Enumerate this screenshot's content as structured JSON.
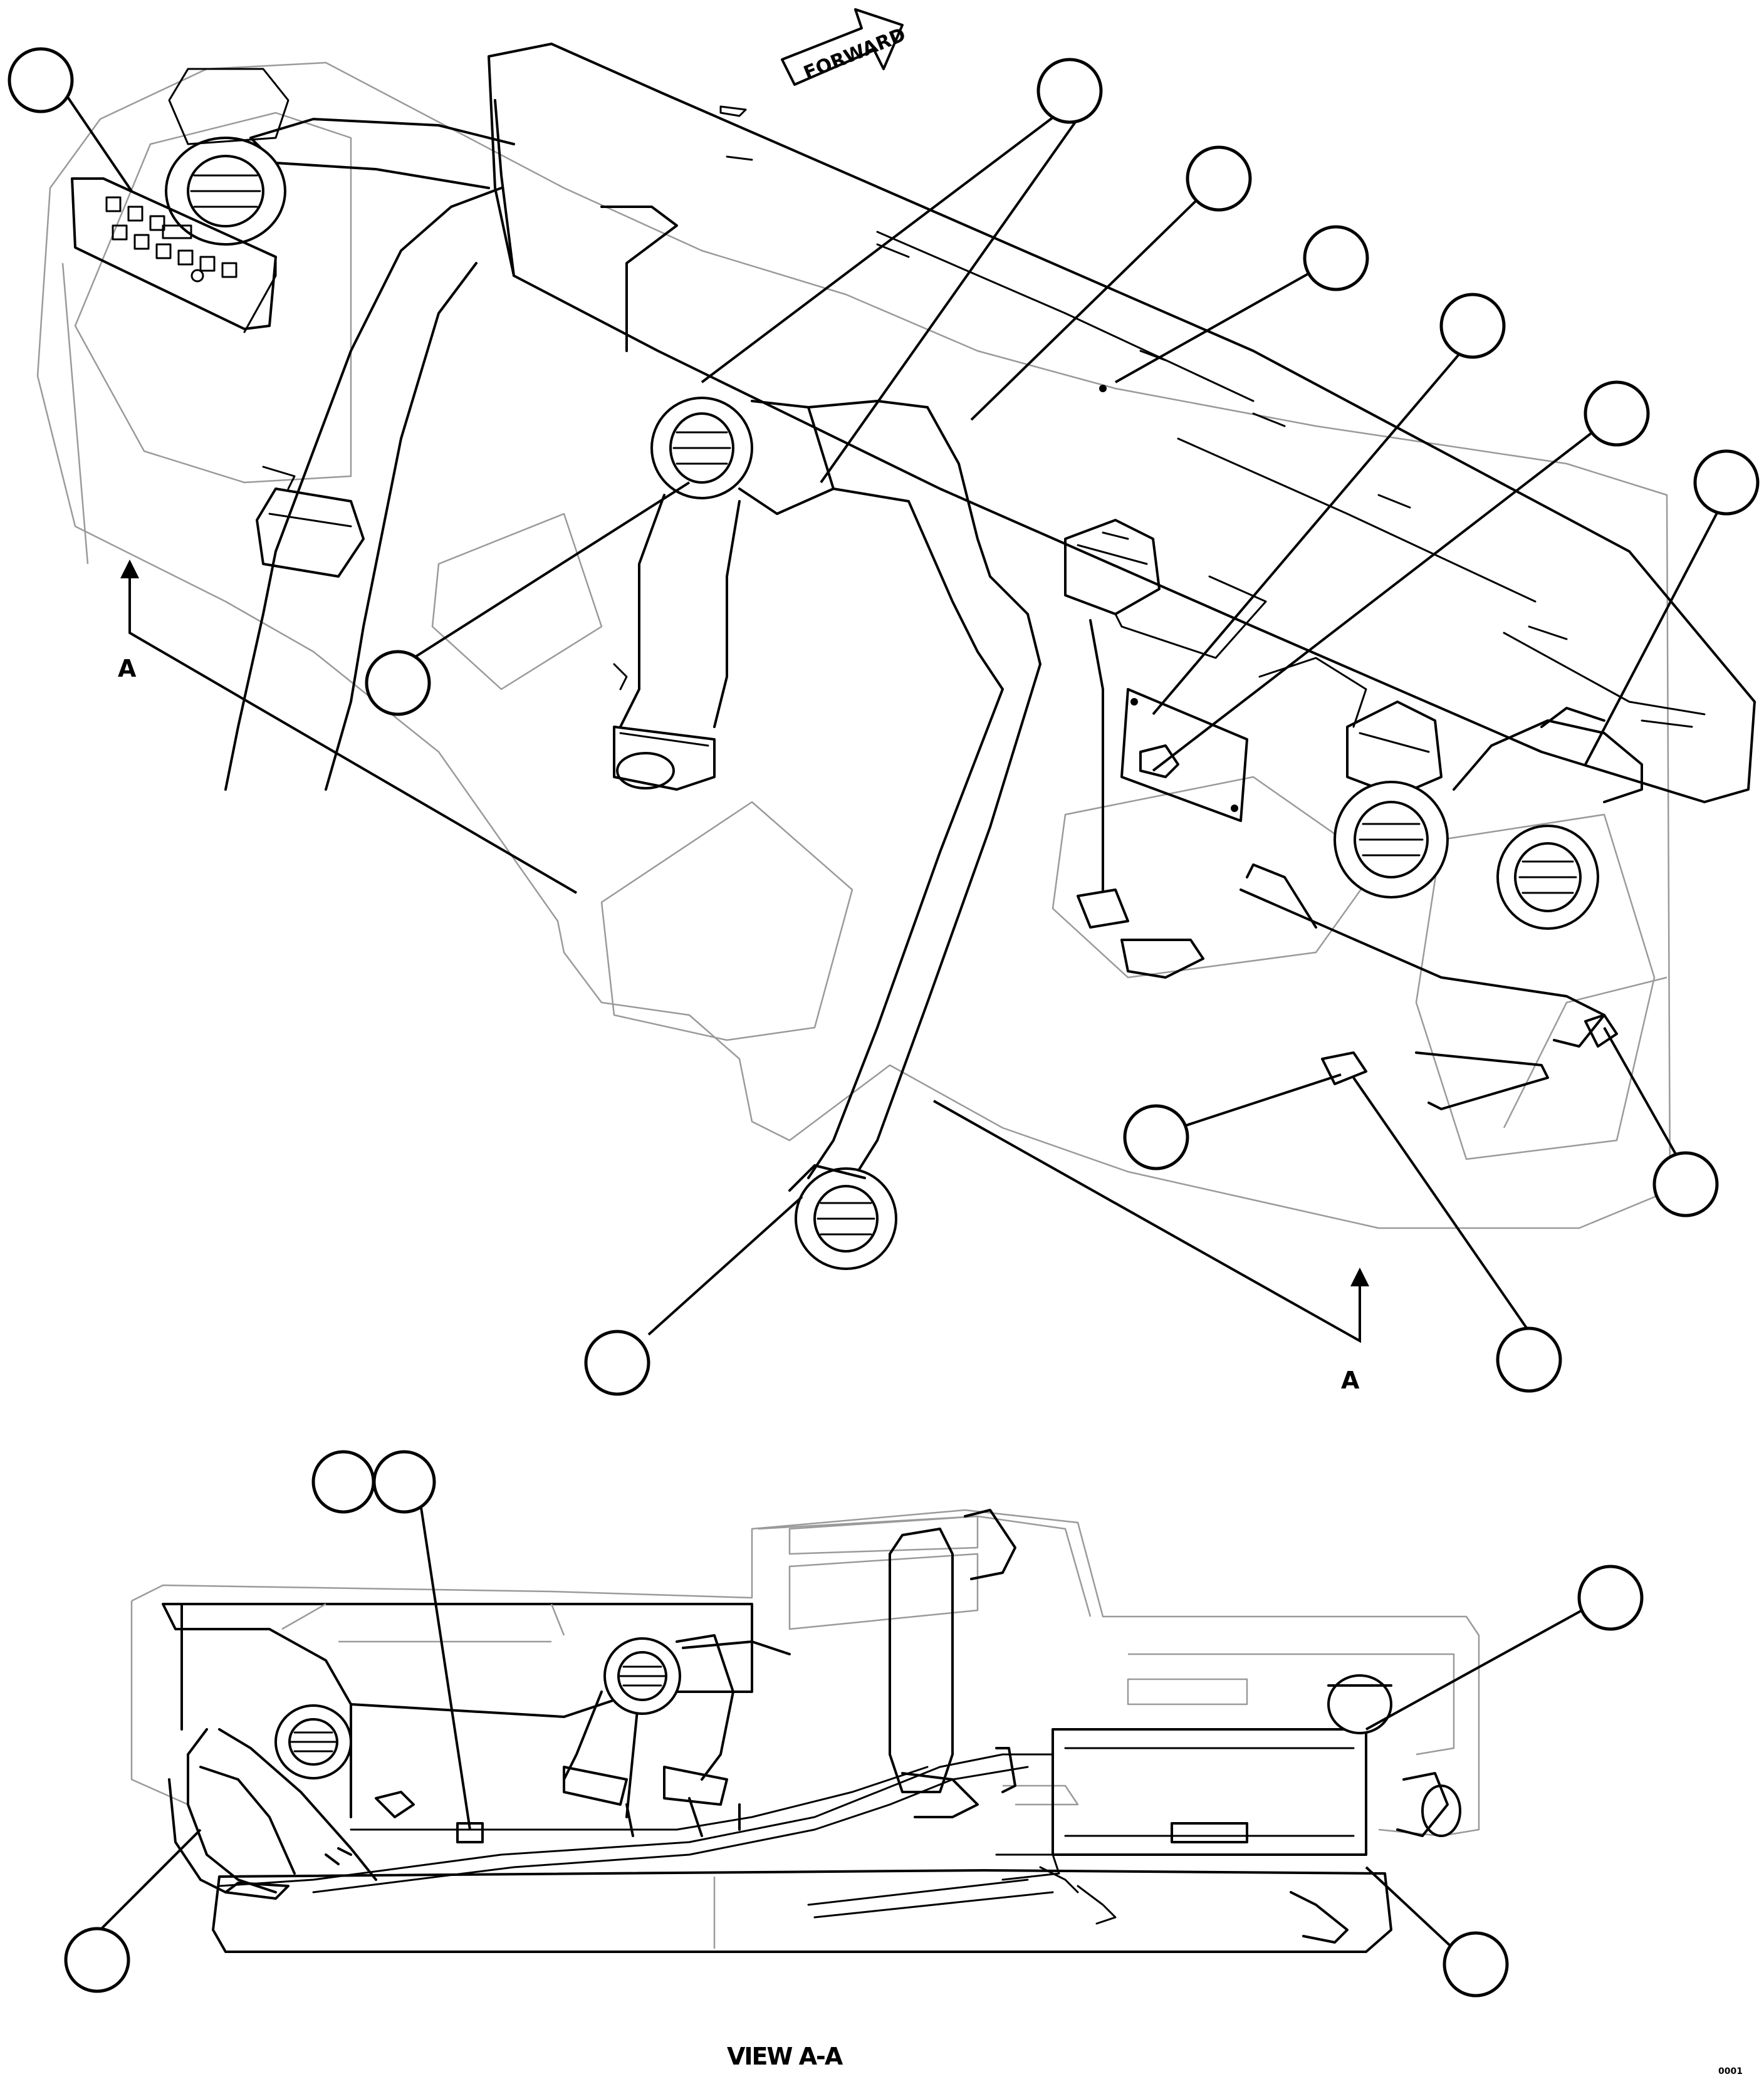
{
  "forward_label": "FORWARD",
  "section_marker_label": "A",
  "view_title": "VIEW A-A",
  "drawing_code": "0001",
  "colors": {
    "line": "#000000",
    "phantom": "#9a9a9a",
    "background": "#ffffff"
  }
}
